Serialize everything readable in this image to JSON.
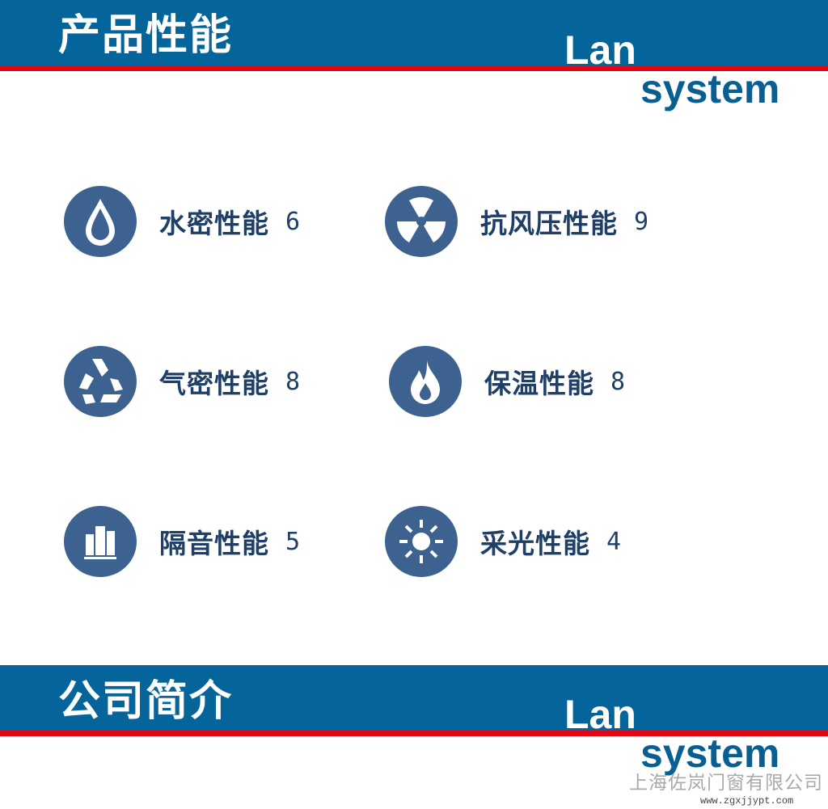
{
  "header_top": {
    "title": "产品性能",
    "logo_line1": "Lan",
    "logo_line2": "system"
  },
  "items": [
    {
      "label": "水密性能",
      "value": "6",
      "icon": "water-drop-icon"
    },
    {
      "label": "抗风压性能",
      "value": "9",
      "icon": "fan-icon"
    },
    {
      "label": "气密性能",
      "value": "8",
      "icon": "recycle-icon"
    },
    {
      "label": "保温性能",
      "value": "8",
      "icon": "flame-icon"
    },
    {
      "label": "隔音性能",
      "value": "5",
      "icon": "sound-insulation-icon"
    },
    {
      "label": "采光性能",
      "value": "4",
      "icon": "sun-icon"
    }
  ],
  "header_bottom": {
    "title": "公司简介",
    "logo_line1": "Lan",
    "logo_line2": "system"
  },
  "watermark": {
    "company": "上海佐岚门窗有限公司",
    "url": "www.zgxjjypt.com"
  },
  "colors": {
    "blue": "#056499",
    "red": "#e30613",
    "icon": "#3d6290",
    "text": "#1f3f66"
  }
}
